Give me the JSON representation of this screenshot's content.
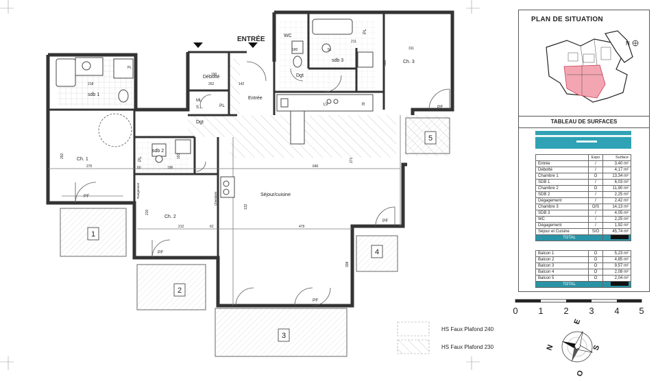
{
  "plan": {
    "entrance_label": "ENTRÉE",
    "rooms": {
      "entree": "Entrée",
      "debotte": "Débotté",
      "dgt_1": "Dgt",
      "dgt_2": "Dgt",
      "wc": "WC",
      "sdb3": "sdb 3",
      "ch3": "Ch. 3",
      "sdb1": "sdb 1",
      "ch1": "Ch. 1",
      "sdb2": "sdb 2",
      "ch2": "Ch. 2",
      "sejour": "Séjour/cuisine",
      "ml": "ML",
      "sl": "S.L.",
      "lv": "LV",
      "r": "R",
      "cheminee": "Cheminée",
      "rangement": "Rangement"
    },
    "tags": {
      "pf": "PF",
      "pl": "PL"
    },
    "balconies": [
      "1",
      "2",
      "3",
      "4",
      "5"
    ],
    "dims": {
      "d311": "311",
      "d180": "180",
      "d211": "211",
      "d363": "363",
      "d218": "218",
      "d252": "252",
      "d142": "142",
      "d270": "270",
      "d646": "646",
      "d212": "212",
      "d479": "479",
      "d308": "308",
      "d292": "292",
      "d196": "196",
      "d193": "193",
      "d60": "60",
      "d271": "271",
      "d62": "62",
      "d210": "210",
      "d132": "132",
      "d51": "51",
      "d190": "190"
    },
    "legend": [
      "HS Faux Plafond 240",
      "HS Faux Plafond 230"
    ]
  },
  "situation": {
    "title": "PLAN DE SITUATION",
    "north": "N"
  },
  "surfaces": {
    "title": "TABLEAU DE SURFACES",
    "header": {
      "expo": "Expo",
      "surface": "Surface"
    },
    "rooms": [
      {
        "name": "Entrée",
        "expo": "/",
        "surface": "3,40 m²"
      },
      {
        "name": "Débotté",
        "expo": "/",
        "surface": "4,17 m²"
      },
      {
        "name": "Chambre 1",
        "expo": "O",
        "surface": "13,34 m²"
      },
      {
        "name": "SDB 1",
        "expo": "/",
        "surface": "6,03 m²"
      },
      {
        "name": "Chambre 2",
        "expo": "O",
        "surface": "11,90 m²"
      },
      {
        "name": "SDB 2",
        "expo": "/",
        "surface": "2,25 m²"
      },
      {
        "name": "Dégagement",
        "expo": "/",
        "surface": "2,42 m²"
      },
      {
        "name": "Chambre 3",
        "expo": "O/S",
        "surface": "14,13 m²"
      },
      {
        "name": "SDB 3",
        "expo": "/",
        "surface": "4,05 m²"
      },
      {
        "name": "WC",
        "expo": "/",
        "surface": "2,25 m²"
      },
      {
        "name": "Dégagement",
        "expo": "/",
        "surface": "1,92 m²"
      },
      {
        "name": "Séjour et Cuisine",
        "expo": "S/O",
        "surface": "45,74 m²"
      }
    ],
    "rooms_total": "TOTAL",
    "balconies": [
      {
        "name": "Balcon 1",
        "expo": "O",
        "surface": "5,23 m²"
      },
      {
        "name": "Balcon 2",
        "expo": "O",
        "surface": "4,85 m²"
      },
      {
        "name": "Balcon 3",
        "expo": "O",
        "surface": "9,57 m²"
      },
      {
        "name": "Balcon 4",
        "expo": "O",
        "surface": "2,08 m²"
      },
      {
        "name": "Balcon 5",
        "expo": "O",
        "surface": "2,04 m²"
      }
    ],
    "balconies_total": "TOTAL"
  },
  "scale": {
    "ticks": [
      "0",
      "1",
      "2",
      "3",
      "4",
      "5"
    ]
  },
  "compass": {
    "n": "N",
    "e": "E",
    "s": "S",
    "o": "O"
  }
}
